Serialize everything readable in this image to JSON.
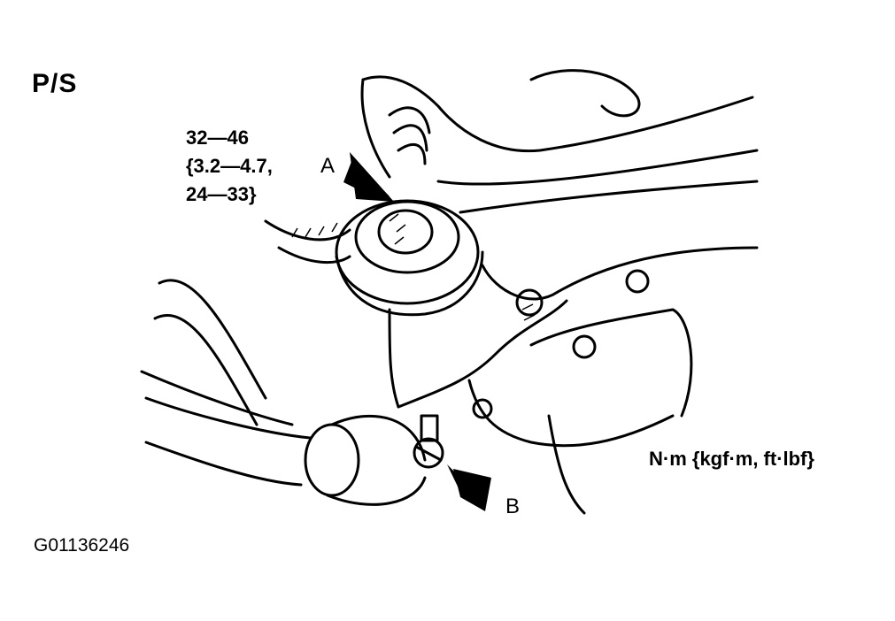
{
  "diagram": {
    "side_label": "P/S",
    "torque_spec": {
      "line1": "32—46",
      "line2": "{3.2—4.7,",
      "line3": "24—33}"
    },
    "callouts": {
      "a": "A",
      "b": "B"
    },
    "units": "N·m {kgf·m, ft·lbf}",
    "figure_id": "G01136246"
  },
  "colors": {
    "ink": "#000000",
    "paper": "#ffffff"
  }
}
